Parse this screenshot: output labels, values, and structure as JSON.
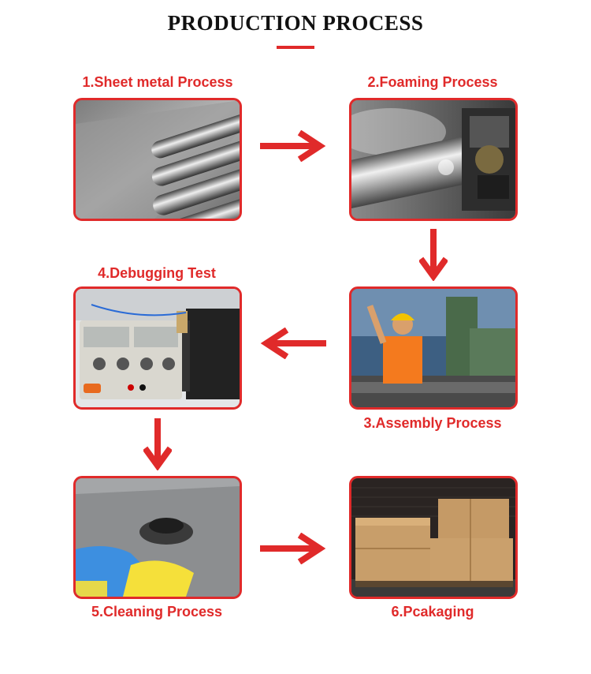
{
  "header": {
    "title": "PRODUCTION PROCESS"
  },
  "steps": [
    {
      "label": "1.Sheet metal Process"
    },
    {
      "label": "2.Foaming Process"
    },
    {
      "label": "3.Assembly Process"
    },
    {
      "label": "4.Debugging Test"
    },
    {
      "label": "5.Cleaning Process"
    },
    {
      "label": "6.Pcakaging"
    }
  ],
  "colors": {
    "accent": "#e02a2a"
  },
  "icons": [
    "arrow-right-icon",
    "arrow-down-icon",
    "arrow-left-icon",
    "arrow-down-icon",
    "arrow-right-icon"
  ]
}
